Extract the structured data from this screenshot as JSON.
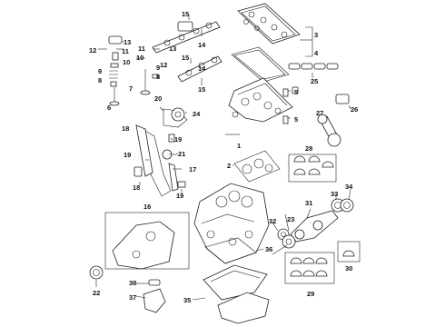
{
  "callouts": {
    "c1": "1",
    "c2": "2",
    "c3": "3",
    "c4": "4",
    "c5a": "5",
    "c5b": "5",
    "c6": "6",
    "c7": "7",
    "c8a": "8",
    "c8b": "8",
    "c9a": "9",
    "c9b": "9",
    "c10a": "10",
    "c10b": "10",
    "c11a": "11",
    "c11b": "11",
    "c12a": "12",
    "c12b": "12",
    "c13a": "13",
    "c13b": "13",
    "c14a": "14",
    "c14b": "14",
    "c15a": "15",
    "c15b": "15",
    "c15c": "15",
    "c16": "16",
    "c17": "17",
    "c18a": "18",
    "c18b": "18",
    "c19a": "19",
    "c19b": "19",
    "c19c": "19",
    "c20": "20",
    "c21": "21",
    "c22": "22",
    "c23": "23",
    "c24": "24",
    "c25": "25",
    "c26": "26",
    "c27": "27",
    "c28": "28",
    "c29": "29",
    "c30": "30",
    "c31": "31",
    "c32": "32",
    "c33": "33",
    "c34": "34",
    "c35": "35",
    "c36": "36",
    "c37": "37",
    "c38": "38"
  }
}
